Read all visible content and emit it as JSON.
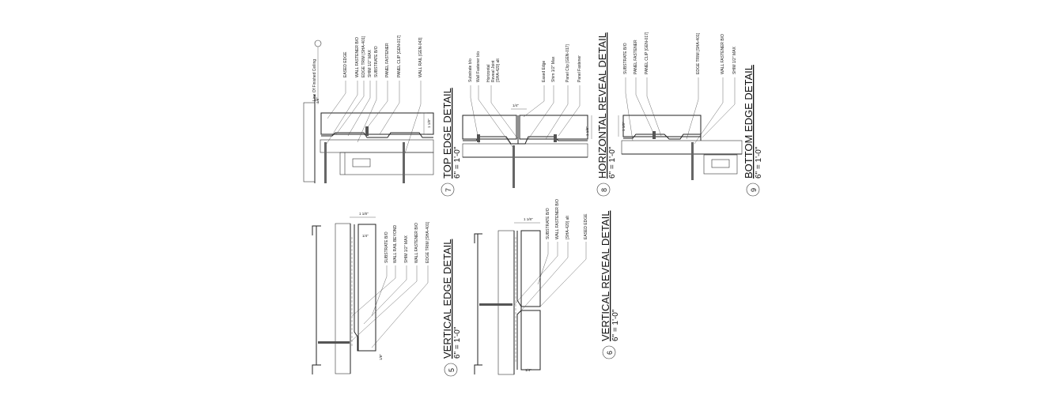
{
  "details": {
    "top_edge": {
      "number": "7",
      "title": "TOP EDGE DETAIL",
      "scale": "6\" = 1'-0\"",
      "labels": [
        "EASED EDGE",
        "WALL FASTENER B/O",
        "EDGE TRIM [SHA-401]",
        "SHIM 1/2\" MAX",
        "SUBSTRATE B/O",
        "PANEL FASTENER",
        "PANEL CLIP [GEN-017]",
        "WALL RAIL [GEN-043]"
      ],
      "ceiling_label": "Line Of Finished Ceiling",
      "dims": [
        "1/8\"",
        "1 1/8\""
      ]
    },
    "horizontal_reveal": {
      "number": "8",
      "title": "HORIZONTAL REVEAL DETAIL",
      "scale": "6\" = 1'-0\"",
      "labels": [
        "Substrate b/o",
        "Wall Fastener b/o",
        "Horizontal",
        "Reveal Joint",
        "[SHA-420] alt",
        "Eased Edge",
        "Shim 1/2\" Max",
        "Panel Clip [GEN-017]",
        "Panel Fastener"
      ],
      "dims": [
        "1/4\"",
        "1 1/8\""
      ]
    },
    "bottom_edge": {
      "number": "9",
      "title": "BOTTOM EDGE DETAIL",
      "scale": "6\" = 1'-0\"",
      "labels": [
        "SUBSTRATE B/O",
        "PANEL FASTENER",
        "PANEL CLIP [GEN-017]",
        "EDGE TRIM [SHA-401]",
        "WALL FASTENER B/O",
        "SHIM 1/2\" MAX"
      ],
      "dims": [
        "1 1/8\""
      ]
    },
    "vertical_edge": {
      "number": "5",
      "title": "VERTICAL EDGE DETAIL",
      "scale": "6\" = 1'-0\"",
      "labels": [
        "SUBSTRATE B/O",
        "WALL RAIL BEYOND",
        "SHIM 1/2\" MAX",
        "WALL FASTENER B/O",
        "EDGE TRIM [SHA-401]"
      ],
      "dims": [
        "1 1/8\"",
        "1/4\"",
        "1/8\""
      ]
    },
    "vertical_reveal": {
      "number": "6",
      "title": "VERTICAL REVEAL DETAIL",
      "scale": "6\" = 1'-0\"",
      "labels": [
        "SUBSTRATE B/O",
        "WALL FASTENER B/O",
        "[SHA-420] alt",
        "EASED EDGE"
      ],
      "dims": [
        "1 1/8\"",
        "1/4\""
      ]
    }
  }
}
